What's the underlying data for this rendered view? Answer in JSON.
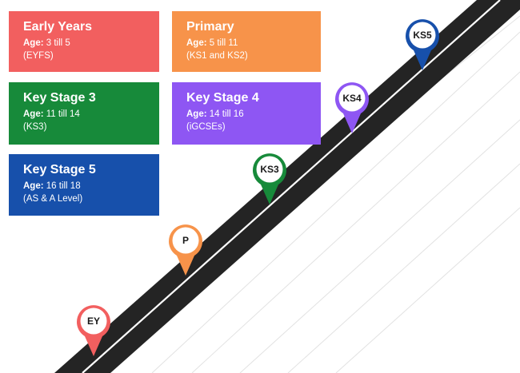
{
  "cards": [
    {
      "id": "ey",
      "title": "Early Years",
      "age_label": "Age:",
      "age_value": "3 till 5",
      "note": "(EYFS)"
    },
    {
      "id": "p",
      "title": "Primary",
      "age_label": "Age:",
      "age_value": " 5 till 11",
      "note": "(KS1 and KS2)"
    },
    {
      "id": "ks3",
      "title": "Key Stage 3",
      "age_label": "Age:",
      "age_value": "11 till 14",
      "note": "(KS3)"
    },
    {
      "id": "ks4",
      "title": "Key Stage 4",
      "age_label": "Age:",
      "age_value": "14 till 16",
      "note": "(iGCSEs)"
    },
    {
      "id": "ks5",
      "title": "Key Stage 5",
      "age_label": "Age:",
      "age_value": "16 till 18",
      "note": "(AS & A Level)"
    }
  ],
  "pins": [
    {
      "id": "ey",
      "label": "EY",
      "color": "#f25f5f"
    },
    {
      "id": "p",
      "label": "P",
      "color": "#f7934a"
    },
    {
      "id": "ks3",
      "label": "KS3",
      "color": "#178a3a"
    },
    {
      "id": "ks4",
      "label": "KS4",
      "color": "#8e56f3"
    },
    {
      "id": "ks5",
      "label": "KS5",
      "color": "#1750ab"
    }
  ],
  "road_color": "#242424"
}
